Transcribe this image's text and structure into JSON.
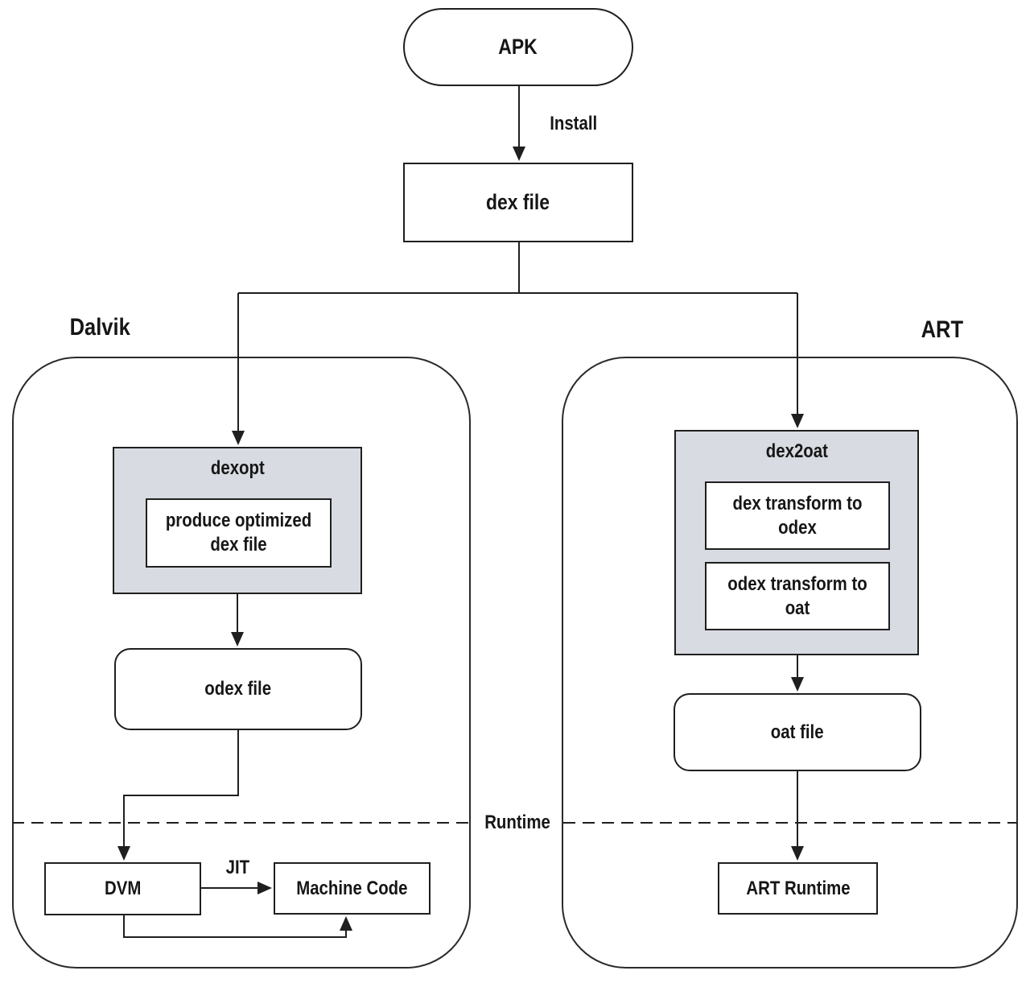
{
  "top": {
    "apk": "APK",
    "install_label": "Install",
    "dex_file": "dex file"
  },
  "dalvik": {
    "label": "Dalvik",
    "dexopt": "dexopt",
    "produce": "produce optimized dex file",
    "odex_file": "odex file",
    "dvm": "DVM",
    "jit_label": "JIT",
    "machine_code": "Machine Code"
  },
  "art": {
    "label": "ART",
    "dex2oat": "dex2oat",
    "step_dex_to_odex": "dex transform to odex",
    "step_odex_to_oat": "odex transform to oat",
    "oat_file": "oat file",
    "art_runtime": "ART Runtime"
  },
  "divider": {
    "runtime_label": "Runtime"
  },
  "colors": {
    "stroke": "#1f1f1f",
    "process_fill": "#d8dbe1",
    "node_fill": "#ffffff",
    "text": "#161616",
    "background": "#ffffff"
  }
}
